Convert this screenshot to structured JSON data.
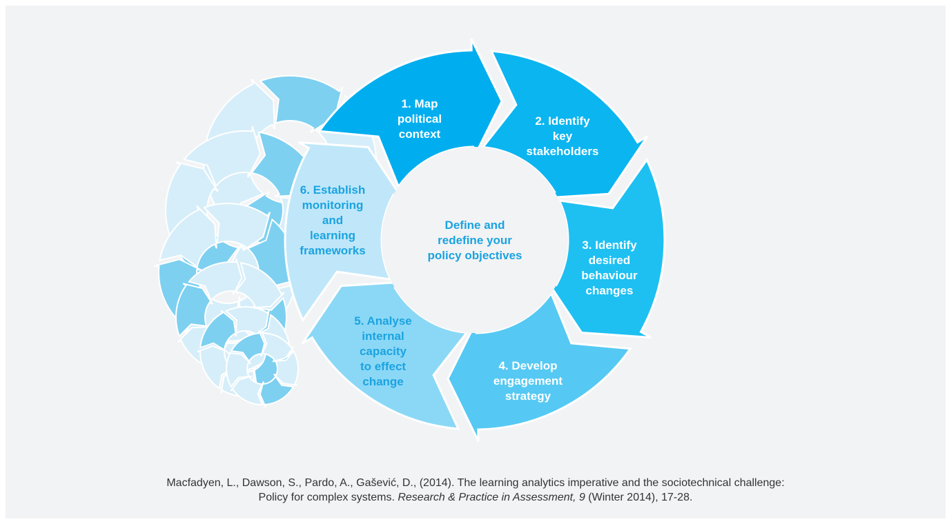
{
  "diagram": {
    "center_label": "Define and\nredefine your\npolicy objectives",
    "steps": [
      {
        "label": "1. Map\npolitical\ncontext",
        "color": "#00aeef",
        "text_color": "#ffffff"
      },
      {
        "label": "2. Identify\nkey\nstakeholders",
        "color": "#0bb5f0",
        "text_color": "#ffffff"
      },
      {
        "label": "3. Identify\ndesired\nbehaviour\nchanges",
        "color": "#1ec0f2",
        "text_color": "#ffffff"
      },
      {
        "label": "4. Develop\nengagement\nstrategy",
        "color": "#55c9f3",
        "text_color": "#ffffff"
      },
      {
        "label": "5. Analyse\ninternal\ncapacity\nto effect\nchange",
        "color": "#8bd8f6",
        "text_color": "#1ba3e0"
      },
      {
        "label": "6. Establish\nmonitoring\nand\nlearning\nframeworks",
        "color": "#bfe7f9",
        "text_color": "#1ba3e0"
      }
    ],
    "center_text_color": "#1ba3e0",
    "background_color": "#f2f3f5",
    "trail_colors": [
      "#7dd0f0",
      "#d6eef9"
    ]
  },
  "citation": {
    "line1": "Macfadyen, L., Dawson, S., Pardo, A., Gašević, D., (2014). The learning analytics imperative and the sociotechnical challenge:",
    "line2_pre": "Policy for complex systems. ",
    "line2_journal": "Research & Practice in Assessment, 9",
    "line2_post": " (Winter 2014), 17-28."
  }
}
